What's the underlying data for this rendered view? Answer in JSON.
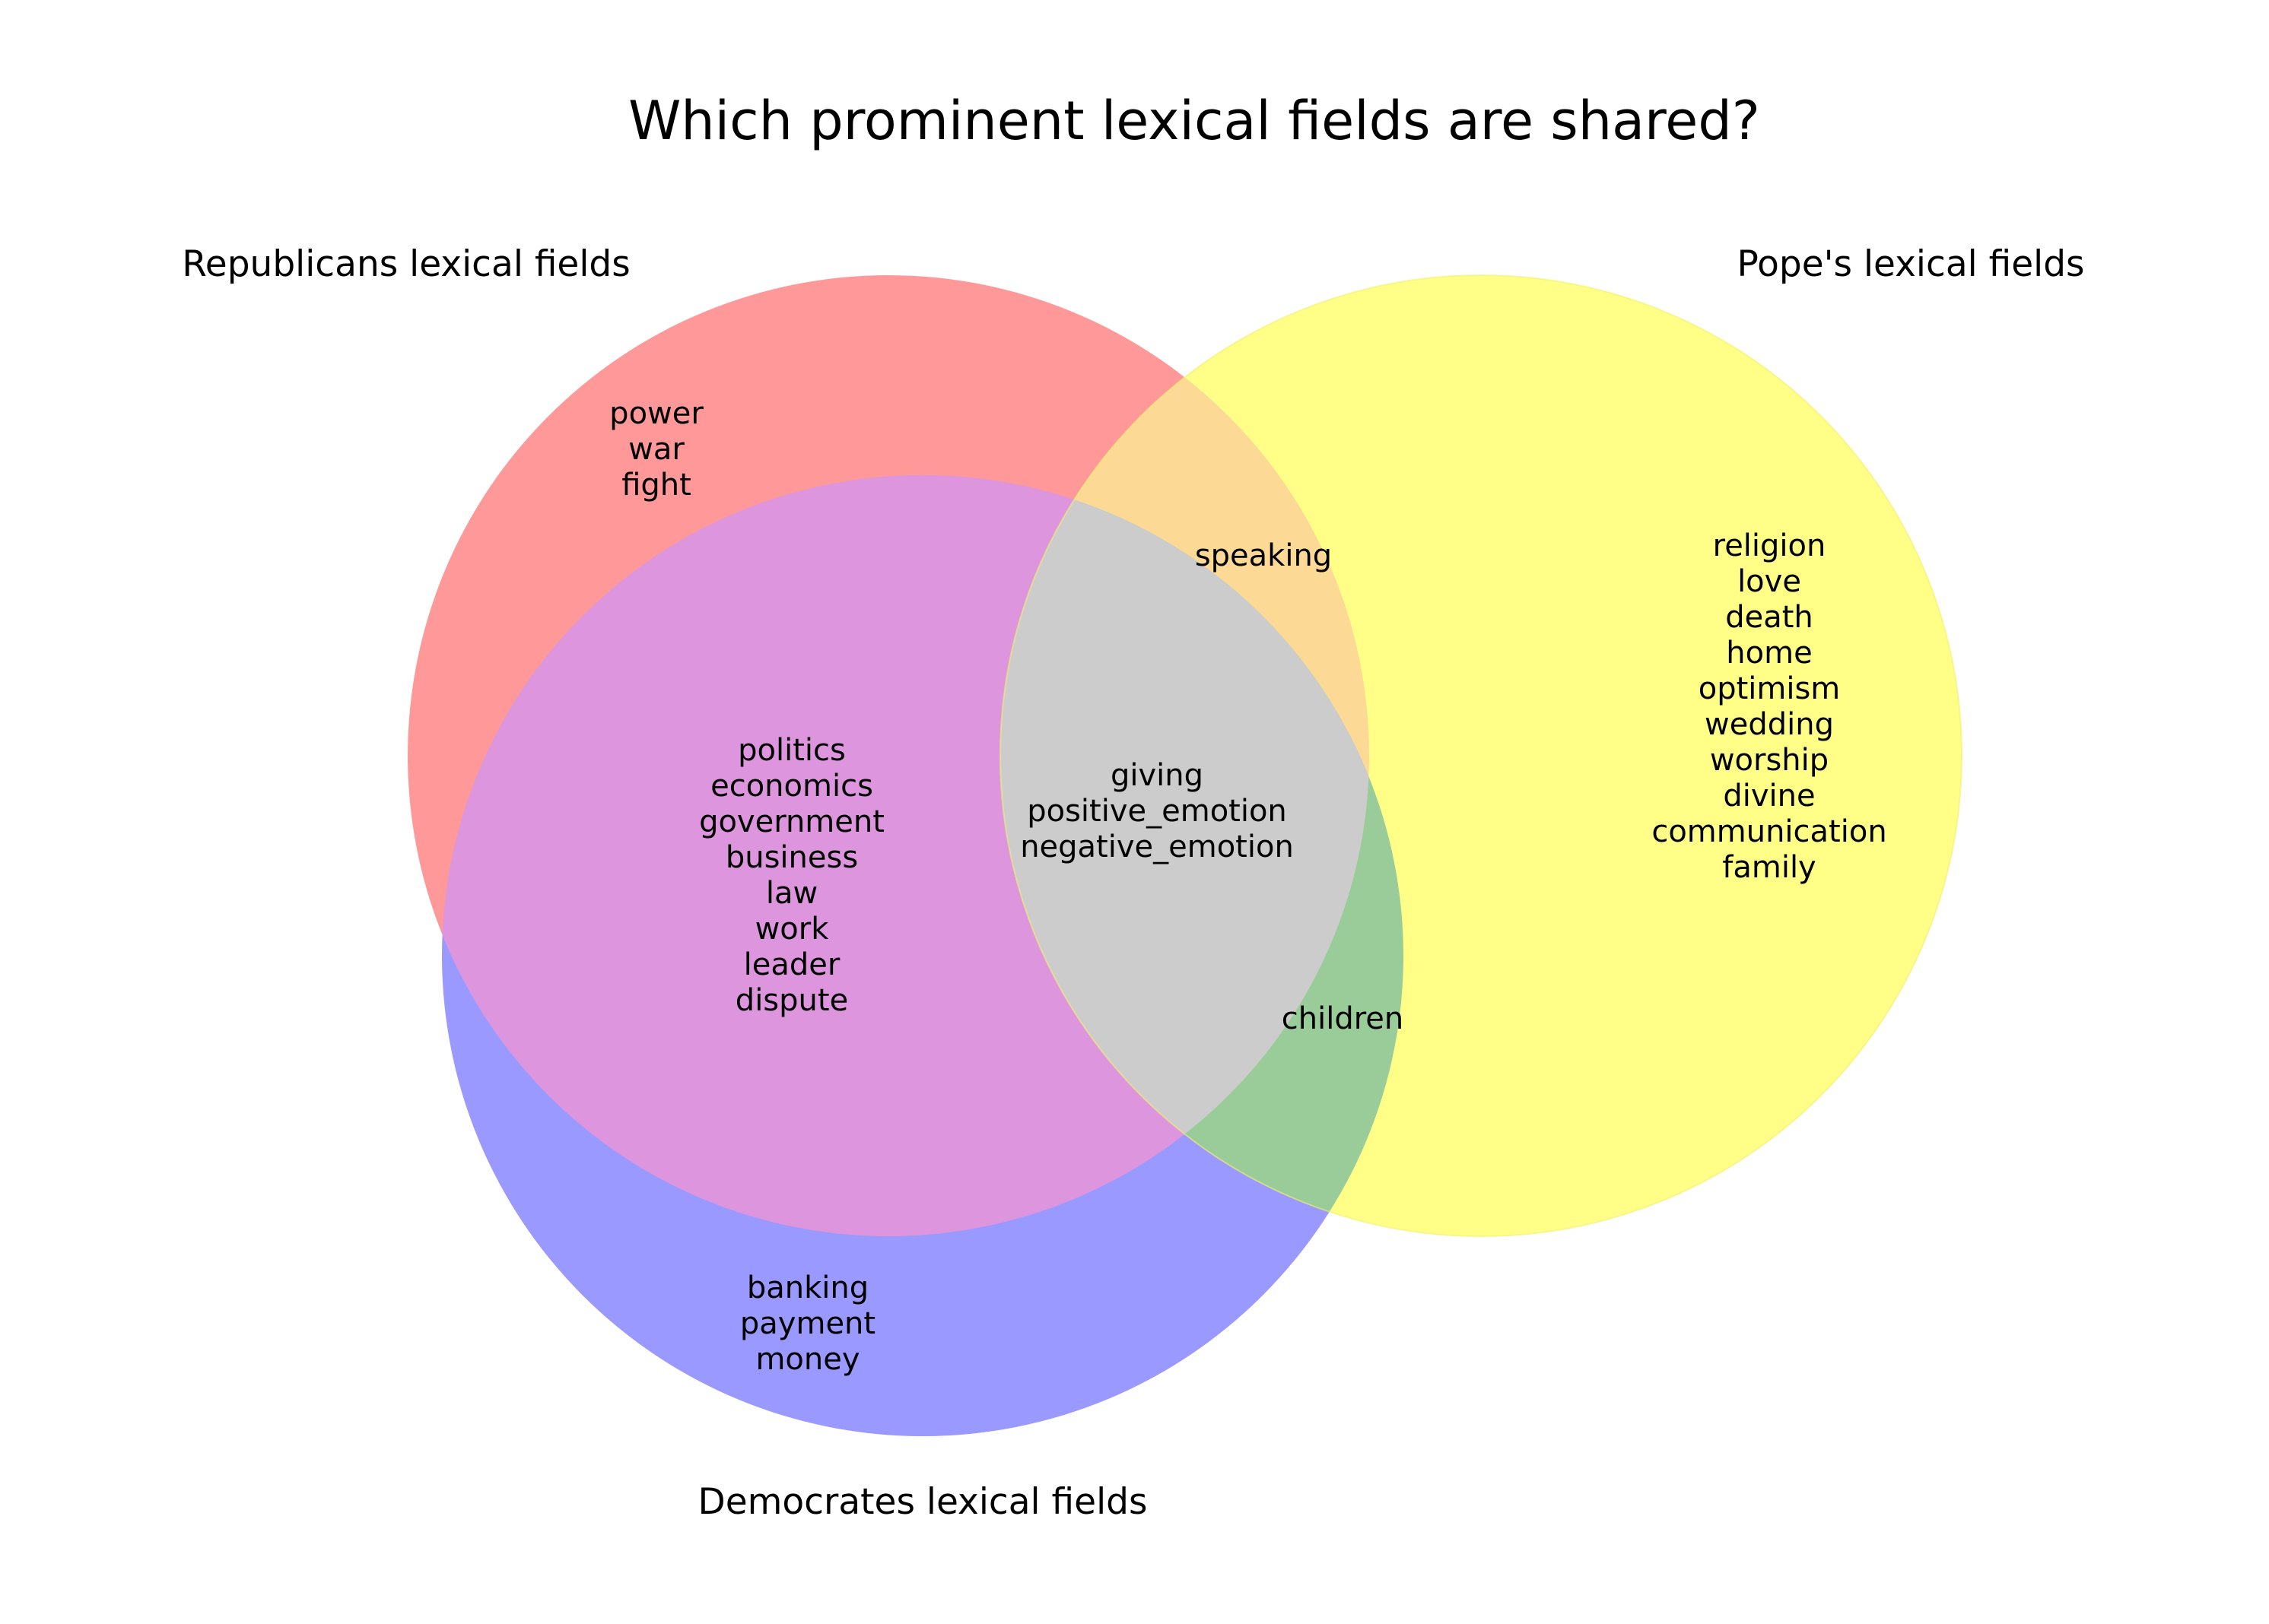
{
  "title": "Which prominent lexical fields are shared?",
  "sets": [
    {
      "id": "republicans",
      "label": "Republicans lexical fields",
      "color": "#ff9999"
    },
    {
      "id": "democrates",
      "label": "Democrates lexical fields",
      "color": "#9999ff"
    },
    {
      "id": "pope",
      "label": "Pope's lexical fields",
      "color": "#ffff88"
    }
  ],
  "regions": {
    "republicans_only": [
      "power",
      "war",
      "fight"
    ],
    "republicans_democrates": [
      "politics",
      "economics",
      "government",
      "business",
      "law",
      "work",
      "leader",
      "dispute"
    ],
    "republicans_pope": [
      "speaking"
    ],
    "all_three": [
      "giving",
      "positive_emotion",
      "negative_emotion"
    ],
    "democrates_pope": [
      "children"
    ],
    "democrates_only": [
      "banking",
      "payment",
      "money"
    ],
    "pope_only": [
      "religion",
      "love",
      "death",
      "home",
      "optimism",
      "wedding",
      "worship",
      "divine",
      "communication",
      "family"
    ]
  },
  "region_colors": {
    "republicans_democrates": "#dd96de",
    "republicans_pope": "#fdd996",
    "democrates_pope": "#99cc99",
    "all_three": "#cccccc"
  }
}
